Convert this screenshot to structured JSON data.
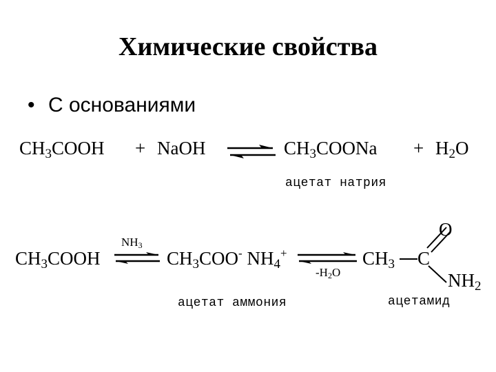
{
  "slide": {
    "title": "Химические свойства",
    "bullet": "•",
    "bullet_text": "С основаниями"
  },
  "reaction1": {
    "acid": {
      "pre": "CH",
      "sub": "3",
      "post": "COOH"
    },
    "plus1": "+",
    "base": "NaOH",
    "product": {
      "pre": "CH",
      "sub": "3",
      "post": "COONa"
    },
    "plus2": "+",
    "water": {
      "pre": "H",
      "sub": "2",
      "post": "O"
    },
    "product_caption": "ацетат натрия"
  },
  "reaction2": {
    "acid": {
      "pre": "CH",
      "sub": "3",
      "post": "COOH"
    },
    "reagent": {
      "pre": "NH",
      "sub": "3"
    },
    "salt": {
      "pre": "CH",
      "sub": "3",
      "mid": "COO",
      "sup1": "-",
      "ion": " NH",
      "sub2": "4",
      "sup2": "+"
    },
    "salt_caption": "ацетат аммония",
    "condition": {
      "pre": "-H",
      "sub": "2",
      "post": "O"
    },
    "amide_methyl": {
      "pre": "CH",
      "sub": "3"
    },
    "amide_carbon": "C",
    "amide_oxygen": "O",
    "amide_amine": {
      "pre": "NH",
      "sub": "2"
    },
    "amide_caption": "ацетамид"
  }
}
